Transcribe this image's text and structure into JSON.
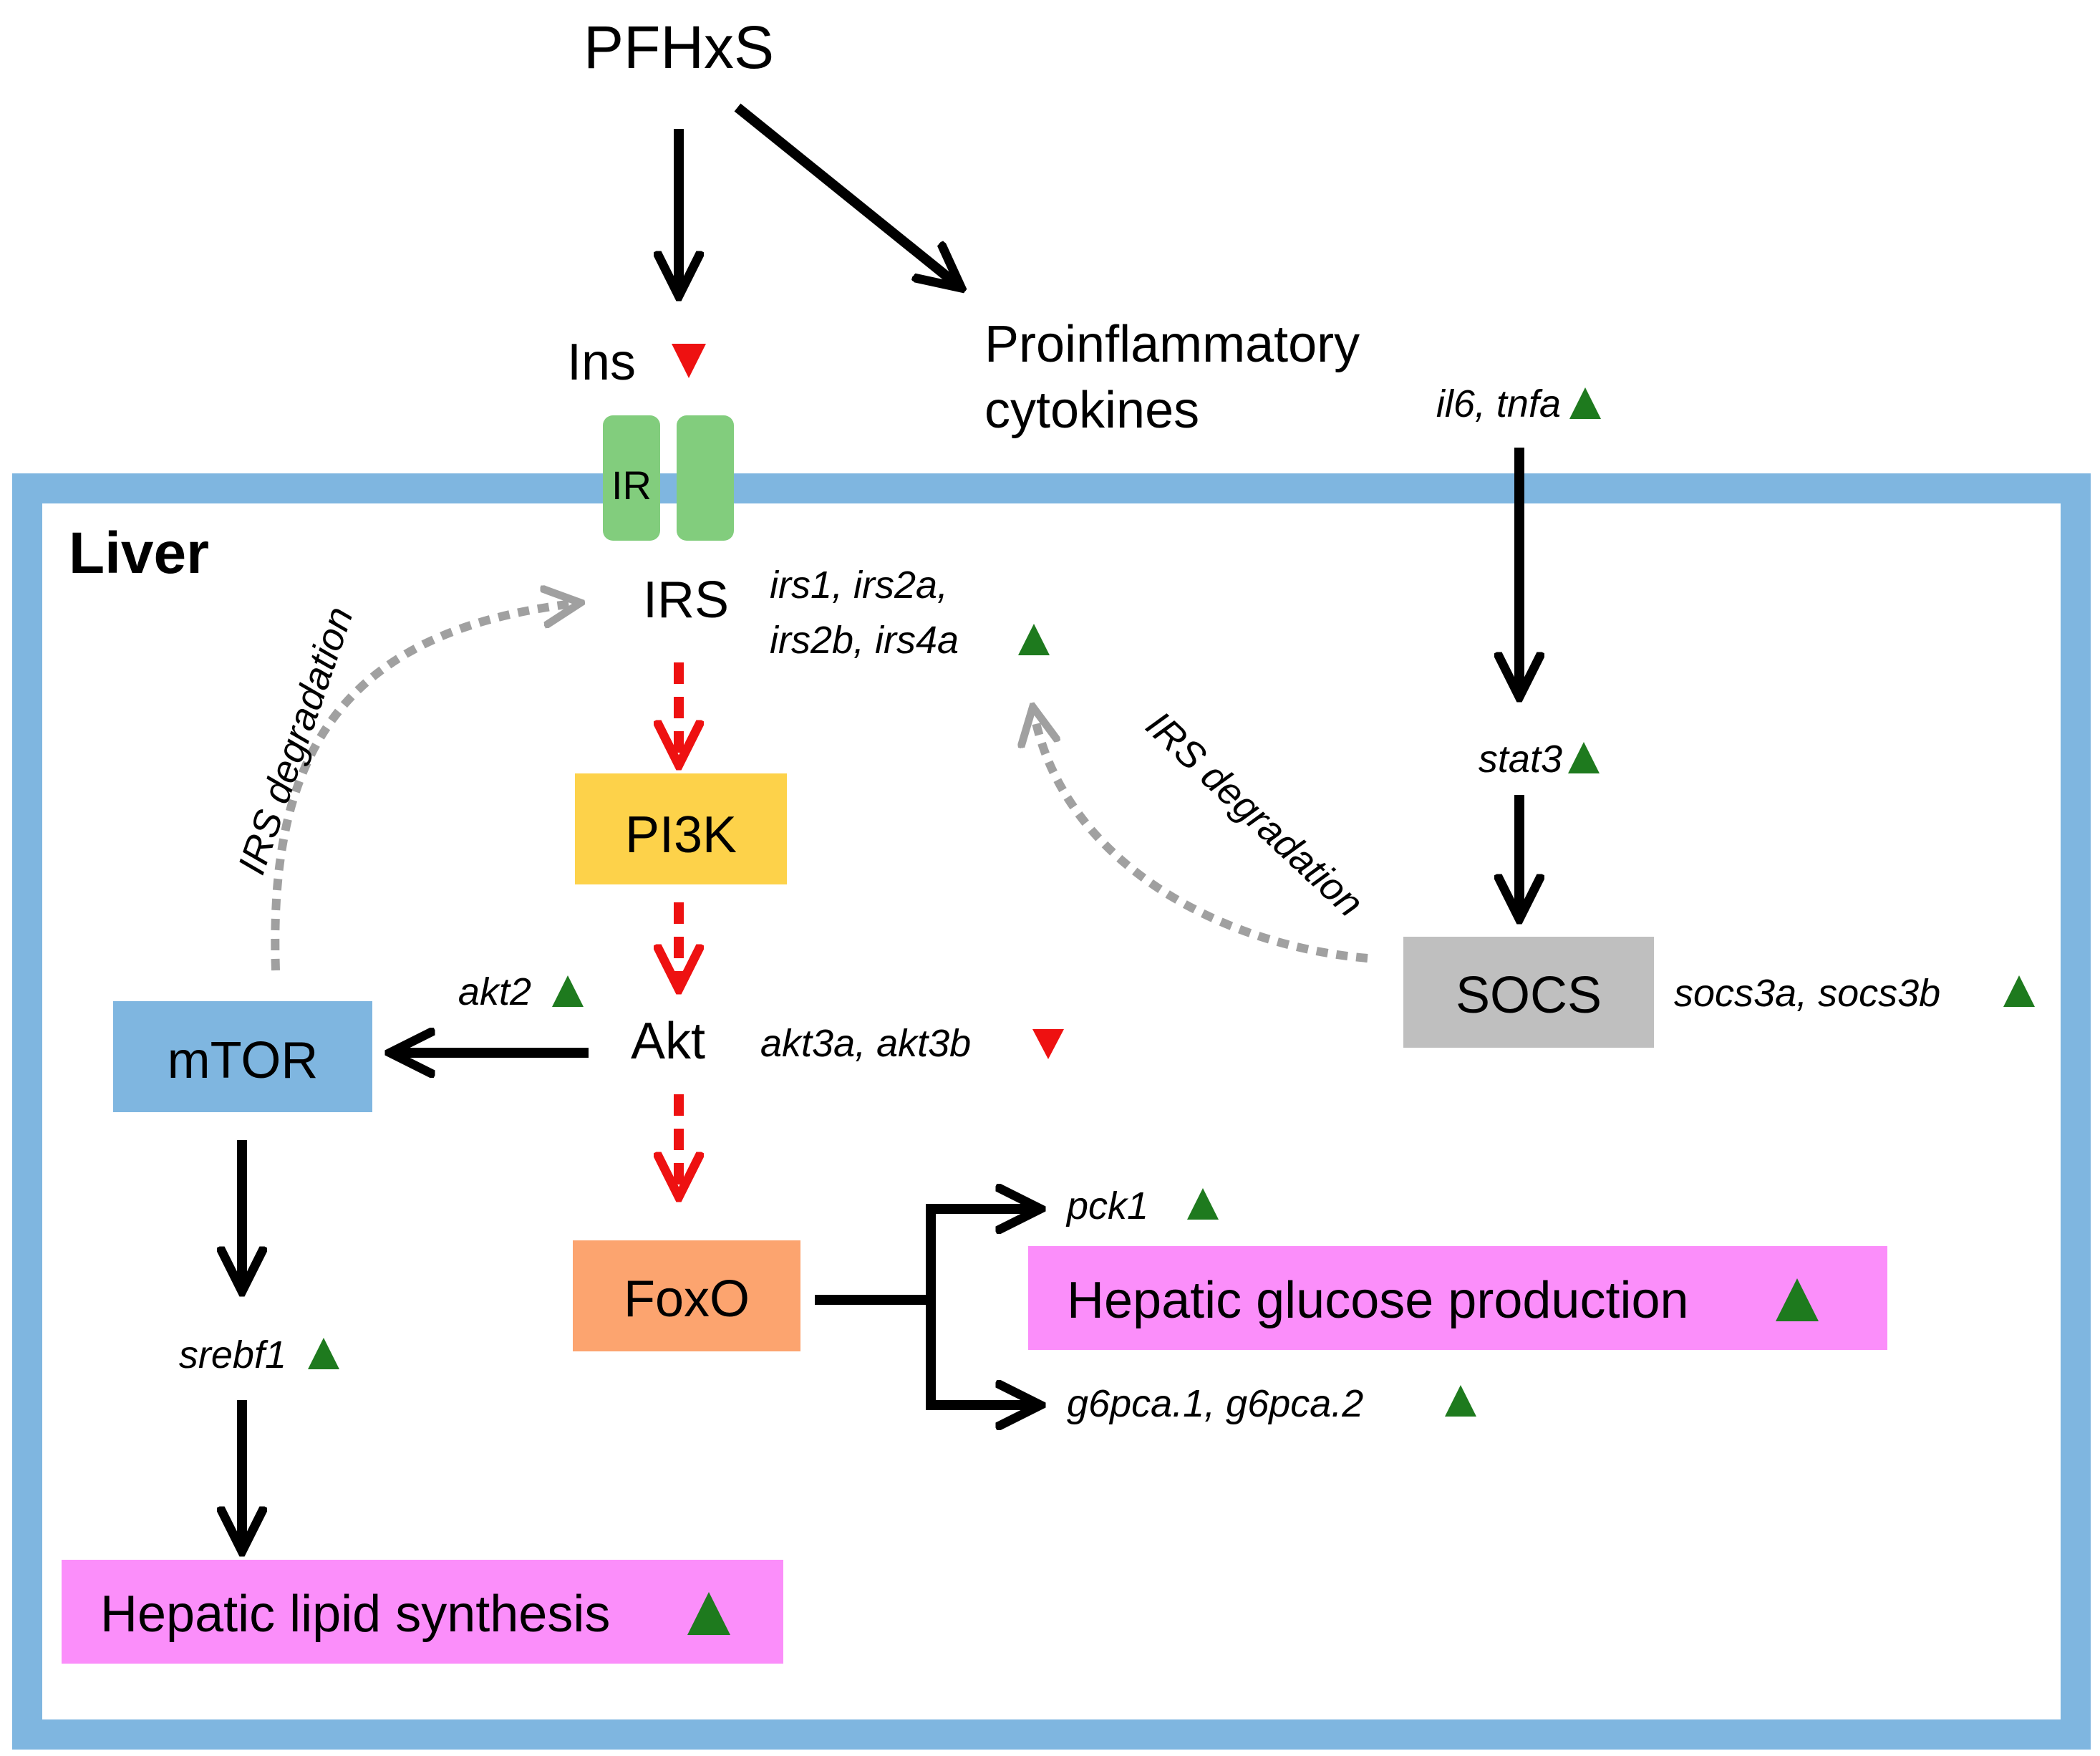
{
  "title": "PFHxS",
  "nodes": {
    "ins": "Ins",
    "proinflammatory_line1": "Proinflammatory",
    "proinflammatory_line2": "cytokines",
    "ir": "IR",
    "liver": "Liver",
    "irs": "IRS",
    "pi3k": "PI3K",
    "akt": "Akt",
    "mtor": "mTOR",
    "foxo": "FoxO",
    "socs": "SOCS",
    "lipid": "Hepatic lipid synthesis",
    "glucose": "Hepatic glucose production"
  },
  "genes": {
    "il6_tnfa": "il6, tnfa",
    "irs_line1": "irs1, irs2a,",
    "irs_line2": "irs2b, irs4a",
    "stat3": "stat3",
    "akt2": "akt2",
    "akt3": "akt3a, akt3b",
    "socs3": "socs3a, socs3b",
    "srebf1": "srebf1",
    "pck1": "pck1",
    "g6pca": "g6pca.1, g6pca.2"
  },
  "edge_labels": {
    "irs_degradation_left": "IRS degradation",
    "irs_degradation_right": "IRS degradation"
  },
  "colors": {
    "liver_border": "#7fb6e0",
    "ir_receptor": "#82cd7d",
    "pi3k_box": "#fdd24a",
    "mtor_box": "#7fb6e0",
    "foxo_box": "#fca46f",
    "socs_box": "#bfbfbf",
    "outcome_box": "#fb8efa",
    "up_marker": "#1e7a1e",
    "down_marker": "#ee1111",
    "inhibited_arrow": "#ee1111",
    "degradation_arrow": "#a0a0a0"
  },
  "markers": {
    "up": "up-triangle",
    "down": "down-triangle"
  }
}
